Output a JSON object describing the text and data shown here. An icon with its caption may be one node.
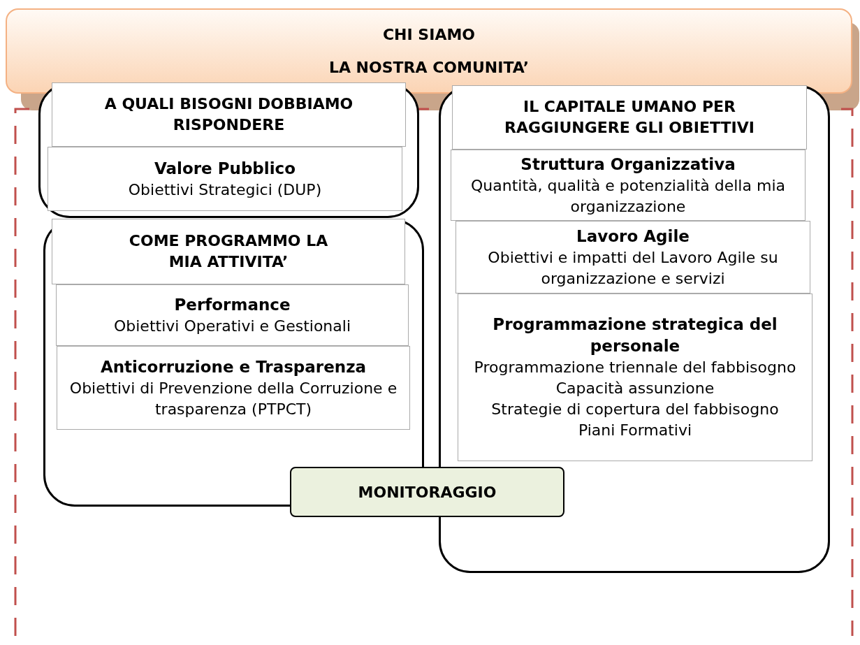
{
  "diagram": {
    "nodes": [
      {
        "text": [
          "CHI SIAMO",
          "LA NOSTRA COMUNITA’"
        ]
      },
      {
        "text": [],
        "shape": "box"
      },
      {
        "text": [
          "A QUALI BISOGNI DOBBIAMO RISPONDERE"
        ],
        "in": 1
      },
      {
        "text": [
          "Valore Pubblico",
          "Obiettivi Strategici (DUP)"
        ],
        "in": 1
      },
      {
        "text": [],
        "shape": "box"
      },
      {
        "text": [
          "COME PROGRAMMO LA MIA ATTIVITA’"
        ],
        "in": 4
      },
      {
        "text": [
          "Performance",
          "Obiettivi Operativi e Gestionali"
        ],
        "in": 4
      },
      {
        "text": [
          "Anticorruzione e Trasparenza",
          "Obiettivi di Prevenzione della Corruzione e trasparenza (PTPCT)"
        ],
        "in": 4
      },
      {
        "text": [],
        "shape": "box"
      },
      {
        "text": [
          "IL CAPITALE UMANO PER RAGGIUNGERE GLI OBIETTIVI"
        ],
        "in": 8
      },
      {
        "text": [
          "Struttura Organizzativa",
          "Quantità, qualità e potenzialità della mia organizzazione"
        ],
        "in": 8
      },
      {
        "text": [
          "Lavoro Agile",
          "Obiettivi e impatti del Lavoro Agile su organizzazione e servizi"
        ],
        "in": 8
      },
      {
        "text": [
          "Programmazione strategica del personale",
          "Programmazione triennale del fabbisogno",
          "Capacità assunzione",
          "Strategie di copertura del fabbisogno",
          "Piani Formativi"
        ],
        "in": 8
      },
      {
        "text": [
          "MONITORAGGIO"
        ]
      }
    ]
  }
}
